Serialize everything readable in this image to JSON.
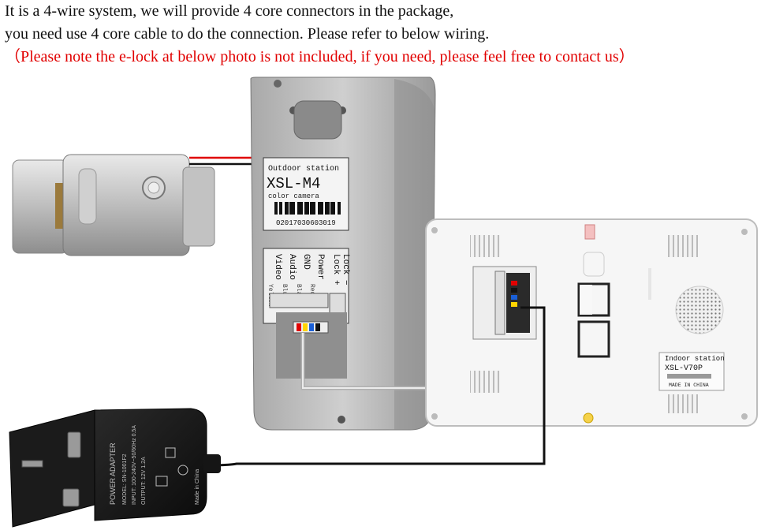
{
  "caption": {
    "line1": "It is a 4-wire system, we will provide 4 core connectors in the package,",
    "line2": "you need use 4 core cable to do the connection. Please refer to below wiring.",
    "line3": "（Please note the e-lock at below photo is not included, if you need, please feel free to contact us）"
  },
  "outdoor_station": {
    "header": "Outdoor station",
    "model": "XSL-M4",
    "sub": "color camera",
    "serial": "02017030603019",
    "terminals": [
      "Lock +",
      "Lock −",
      "Power",
      "GND",
      "Audio",
      "Video"
    ],
    "wire_colors": [
      "Red",
      "Black",
      "Blue",
      "Yellow"
    ]
  },
  "indoor_station": {
    "header": "Indoor station",
    "model": "XSL-V70P",
    "made_in": "MADE IN CHINA"
  },
  "adapter": {
    "brand": "POWER ADAPTER",
    "model_line": "MODEL: SN-1001F2",
    "input_line": "INPUT: 100-240V~50/60Hz 0.5A",
    "output_line": "OUTPUT: 12V 1.2A",
    "made_in": "Made in China"
  },
  "colors": {
    "caption_text": "#111111",
    "notice_text": "#e10000",
    "red_wire": "#e00000",
    "black_wire": "#111111"
  }
}
